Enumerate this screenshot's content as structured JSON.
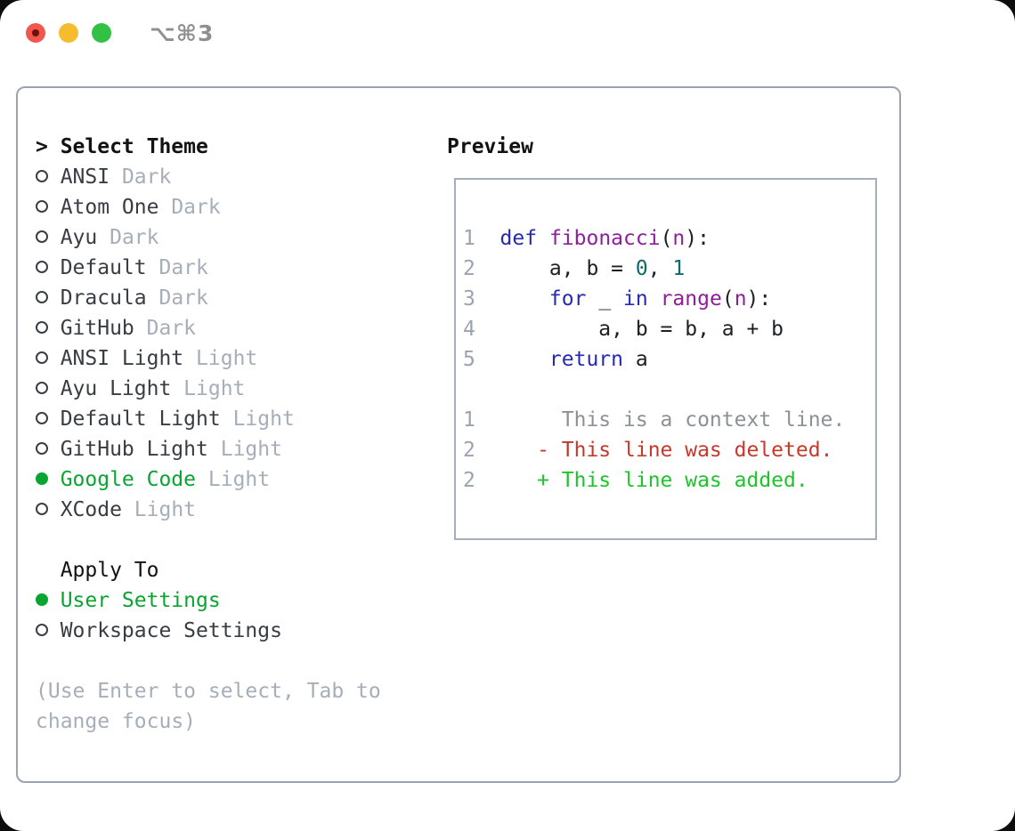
{
  "window": {
    "title": "⌥⌘3",
    "traffic_lights": [
      "close-icon",
      "minimize-icon",
      "zoom-icon"
    ]
  },
  "panel": {
    "prompt": ">",
    "select_theme_header": "Select Theme",
    "themes": [
      {
        "name": "ANSI",
        "variant": "Dark",
        "selected": false
      },
      {
        "name": "Atom One",
        "variant": "Dark",
        "selected": false
      },
      {
        "name": "Ayu",
        "variant": "Dark",
        "selected": false
      },
      {
        "name": "Default",
        "variant": "Dark",
        "selected": false
      },
      {
        "name": "Dracula",
        "variant": "Dark",
        "selected": false
      },
      {
        "name": "GitHub",
        "variant": "Dark",
        "selected": false
      },
      {
        "name": "ANSI Light",
        "variant": "Light",
        "selected": false
      },
      {
        "name": "Ayu Light",
        "variant": "Light",
        "selected": false
      },
      {
        "name": "Default Light",
        "variant": "Light",
        "selected": false
      },
      {
        "name": "GitHub Light",
        "variant": "Light",
        "selected": false
      },
      {
        "name": "Google Code",
        "variant": "Light",
        "selected": true
      },
      {
        "name": "XCode",
        "variant": "Light",
        "selected": false
      }
    ],
    "apply_to": {
      "header": "Apply To",
      "options": [
        {
          "label": "User Settings",
          "selected": true
        },
        {
          "label": "Workspace Settings",
          "selected": false
        }
      ]
    },
    "help_lines": [
      "(Use Enter to select, Tab to",
      "change focus)"
    ],
    "preview": {
      "header": "Preview",
      "lines": [
        {
          "num": "1",
          "kind": "code",
          "segments": [
            [
              "kwd",
              "def"
            ],
            [
              "plain",
              " "
            ],
            [
              "typ",
              "fibonacci"
            ],
            [
              "plain",
              "("
            ],
            [
              "typ",
              "n"
            ],
            [
              "plain",
              "):"
            ]
          ]
        },
        {
          "num": "2",
          "kind": "code",
          "segments": [
            [
              "plain",
              "    a, b = "
            ],
            [
              "lit",
              "0"
            ],
            [
              "plain",
              ", "
            ],
            [
              "lit",
              "1"
            ]
          ]
        },
        {
          "num": "3",
          "kind": "code",
          "segments": [
            [
              "plain",
              "    "
            ],
            [
              "kwd",
              "for"
            ],
            [
              "plain",
              " _ "
            ],
            [
              "kwd",
              "in"
            ],
            [
              "plain",
              " "
            ],
            [
              "typ",
              "range"
            ],
            [
              "plain",
              "("
            ],
            [
              "typ",
              "n"
            ],
            [
              "plain",
              "):"
            ]
          ]
        },
        {
          "num": "4",
          "kind": "code",
          "segments": [
            [
              "plain",
              "        a, b = b, a + b"
            ]
          ]
        },
        {
          "num": "5",
          "kind": "code",
          "segments": [
            [
              "plain",
              "    "
            ],
            [
              "kwd",
              "return"
            ],
            [
              "plain",
              " a"
            ]
          ]
        },
        {
          "blank": true
        },
        {
          "num": "1",
          "kind": "diff-context",
          "segments": [
            [
              "ctx",
              "     This is a context line."
            ]
          ]
        },
        {
          "num": "2",
          "kind": "diff-deleted",
          "segments": [
            [
              "del",
              "   - This line was deleted."
            ]
          ]
        },
        {
          "num": "2",
          "kind": "diff-added",
          "segments": [
            [
              "add",
              "   + This line was added."
            ]
          ]
        }
      ]
    }
  },
  "colors": {
    "accent_green": "#0aa431",
    "diff_red": "#c6392a",
    "diff_green": "#1ec42a",
    "keyword_blue": "#2629b2",
    "type_purple": "#8e1f9b",
    "literal_teal": "#0d6a6a",
    "gray_muted": "#a6aeb9",
    "gray_line_number": "#9aa3af",
    "gray_context": "#8d9196",
    "text_dark": "#383d44",
    "border_gray": "#9aa3af",
    "traffic_red": "#f2574f",
    "traffic_yellow": "#f6bc2f",
    "traffic_green": "#32c144",
    "title_gray": "#8f8f8f"
  }
}
